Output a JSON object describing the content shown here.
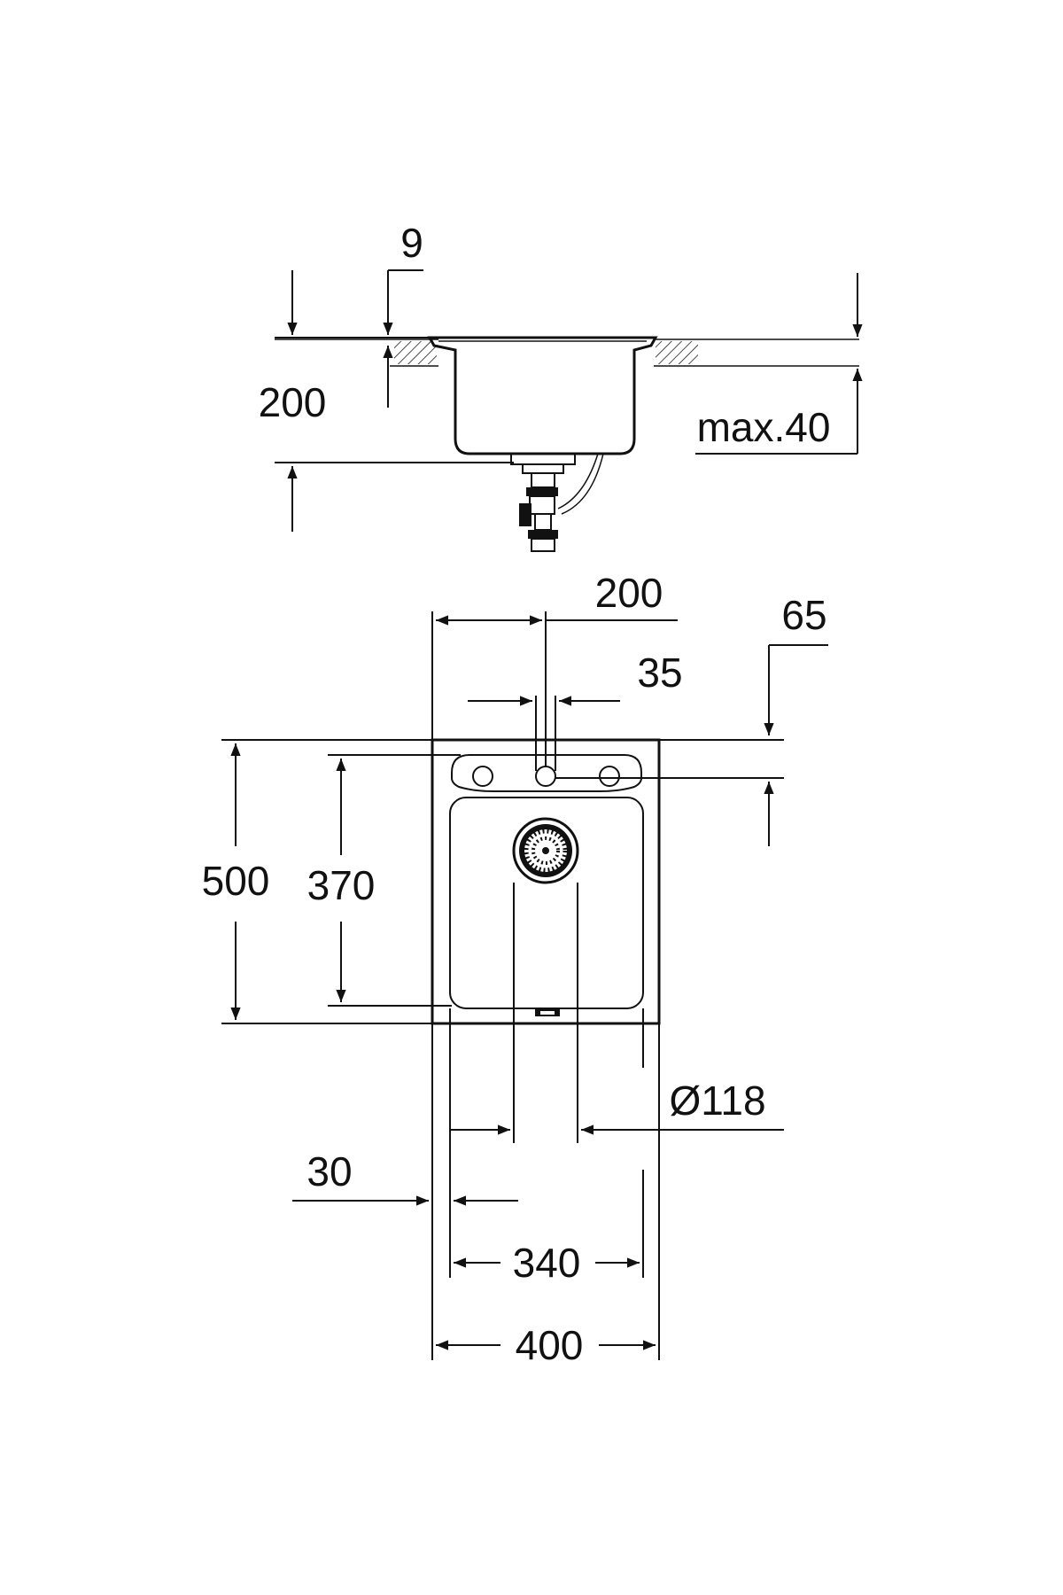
{
  "side_view": {
    "dim_rim": "9",
    "dim_depth": "200",
    "dim_counter": "max.40"
  },
  "top_view": {
    "dim_tap_offset": "200",
    "dim_tap_dia": "35",
    "dim_tap_back": "65",
    "dim_length": "500",
    "dim_bowl_length": "370",
    "dim_drain": "Ø118",
    "dim_edge": "30",
    "dim_bowl_width": "340",
    "dim_width": "400"
  }
}
